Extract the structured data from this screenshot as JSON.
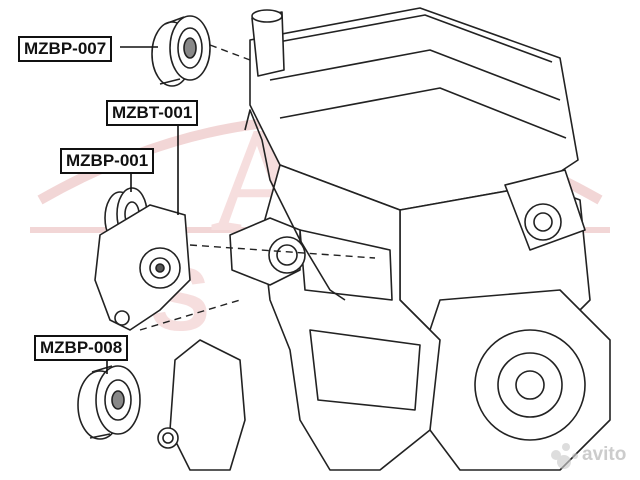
{
  "labels": {
    "p007": "MZBP-007",
    "t001": "MZBT-001",
    "p001": "MZBP-001",
    "p008": "MZBP-008"
  },
  "watermark": {
    "logo": "ASVA",
    "site": "avito",
    "color": "#e8b5b5"
  },
  "colors": {
    "line": "#222222",
    "label_border": "#111111"
  }
}
